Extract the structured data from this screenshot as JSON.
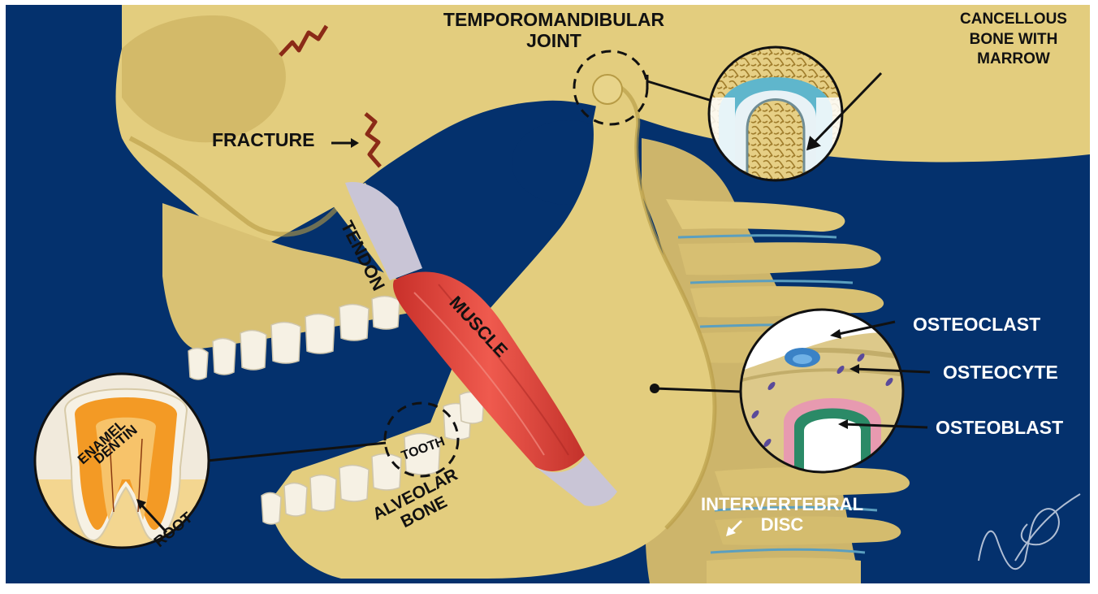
{
  "colors": {
    "background": "#04316d",
    "bone": "#e3cd7e",
    "bone_shadow": "#b79b45",
    "muscle": "#e2413a",
    "tendon": "#c9c5d6",
    "fracture": "#8b2a17",
    "label_dark": "#111111",
    "label_light": "#ffffff"
  },
  "labels": {
    "tmj": "TEMPOROMANDIBULAR\nJOINT",
    "cancellous": "CANCELLOUS\nBONE WITH\nMARROW",
    "fracture": "FRACTURE",
    "tendon": "TENDON",
    "muscle": "MUSCLE",
    "osteoclast": "OSTEOCLAST",
    "osteocyte": "OSTEOCYTE",
    "osteoblast": "OSTEOBLAST",
    "enamel": "ENAMEL",
    "dentin": "DENTIN",
    "root": "ROOT",
    "tooth": "TOOTH",
    "alveolar_bone": "ALVEOLAR\nBONE",
    "intervertebral_disc": "INTERVERTEBRAL\nDISC"
  },
  "icons": [
    "skull-illustration",
    "jaw-illustration",
    "cervical-spine-illustration",
    "artist-signature"
  ]
}
